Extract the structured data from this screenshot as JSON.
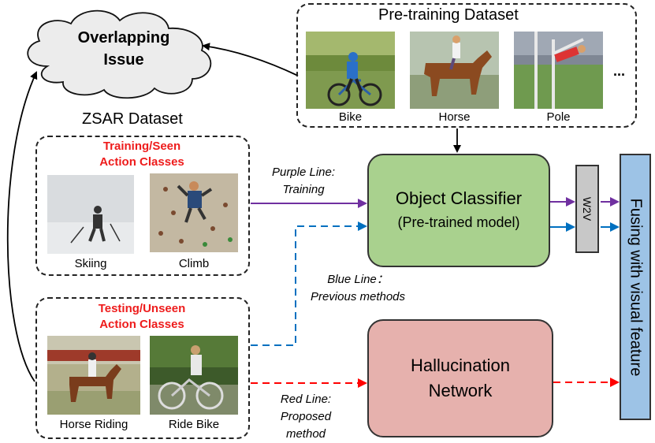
{
  "cloud": {
    "line1": "Overlapping",
    "line2": "Issue"
  },
  "pretraining": {
    "title": "Pre-training  Dataset",
    "ellipsis": "...",
    "images": [
      {
        "label": "Bike"
      },
      {
        "label": "Horse"
      },
      {
        "label": "Pole"
      }
    ]
  },
  "zsar": {
    "title": "ZSAR Dataset",
    "seen": {
      "title_line1": "Training/Seen",
      "title_line2": "Action Classes",
      "images": [
        {
          "label": "Skiing"
        },
        {
          "label": "Climb"
        }
      ]
    },
    "unseen": {
      "title_line1": "Testing/Unseen",
      "title_line2": "Action Classes",
      "images": [
        {
          "label": "Horse Riding"
        },
        {
          "label": "Ride Bike"
        }
      ]
    }
  },
  "object_classifier": {
    "line1": "Object Classifier",
    "line2": "(Pre-trained model)"
  },
  "w2v": {
    "label": "W2V"
  },
  "fusing": {
    "label": "Fusing with visual feature"
  },
  "hallucination": {
    "line1": "Hallucination",
    "line2": "Network"
  },
  "legend": {
    "purple_line1": "Purple Line:",
    "purple_line2": "Training",
    "blue_line1": "Blue Line：",
    "blue_line2": "Previous methods",
    "red_line1": "Red Line:",
    "red_line2": "Proposed",
    "red_line3": "method"
  },
  "colors": {
    "purple": "#7030a0",
    "blue": "#0070c0",
    "red": "#ff0000",
    "classifier_fill": "#a9d18e",
    "hallucination_fill": "#e6b1ad",
    "fusing_fill": "#9dc3e6",
    "w2v_fill": "#c8c8c8",
    "cloud_fill": "#ececec",
    "title_red": "#ee1c1c"
  }
}
